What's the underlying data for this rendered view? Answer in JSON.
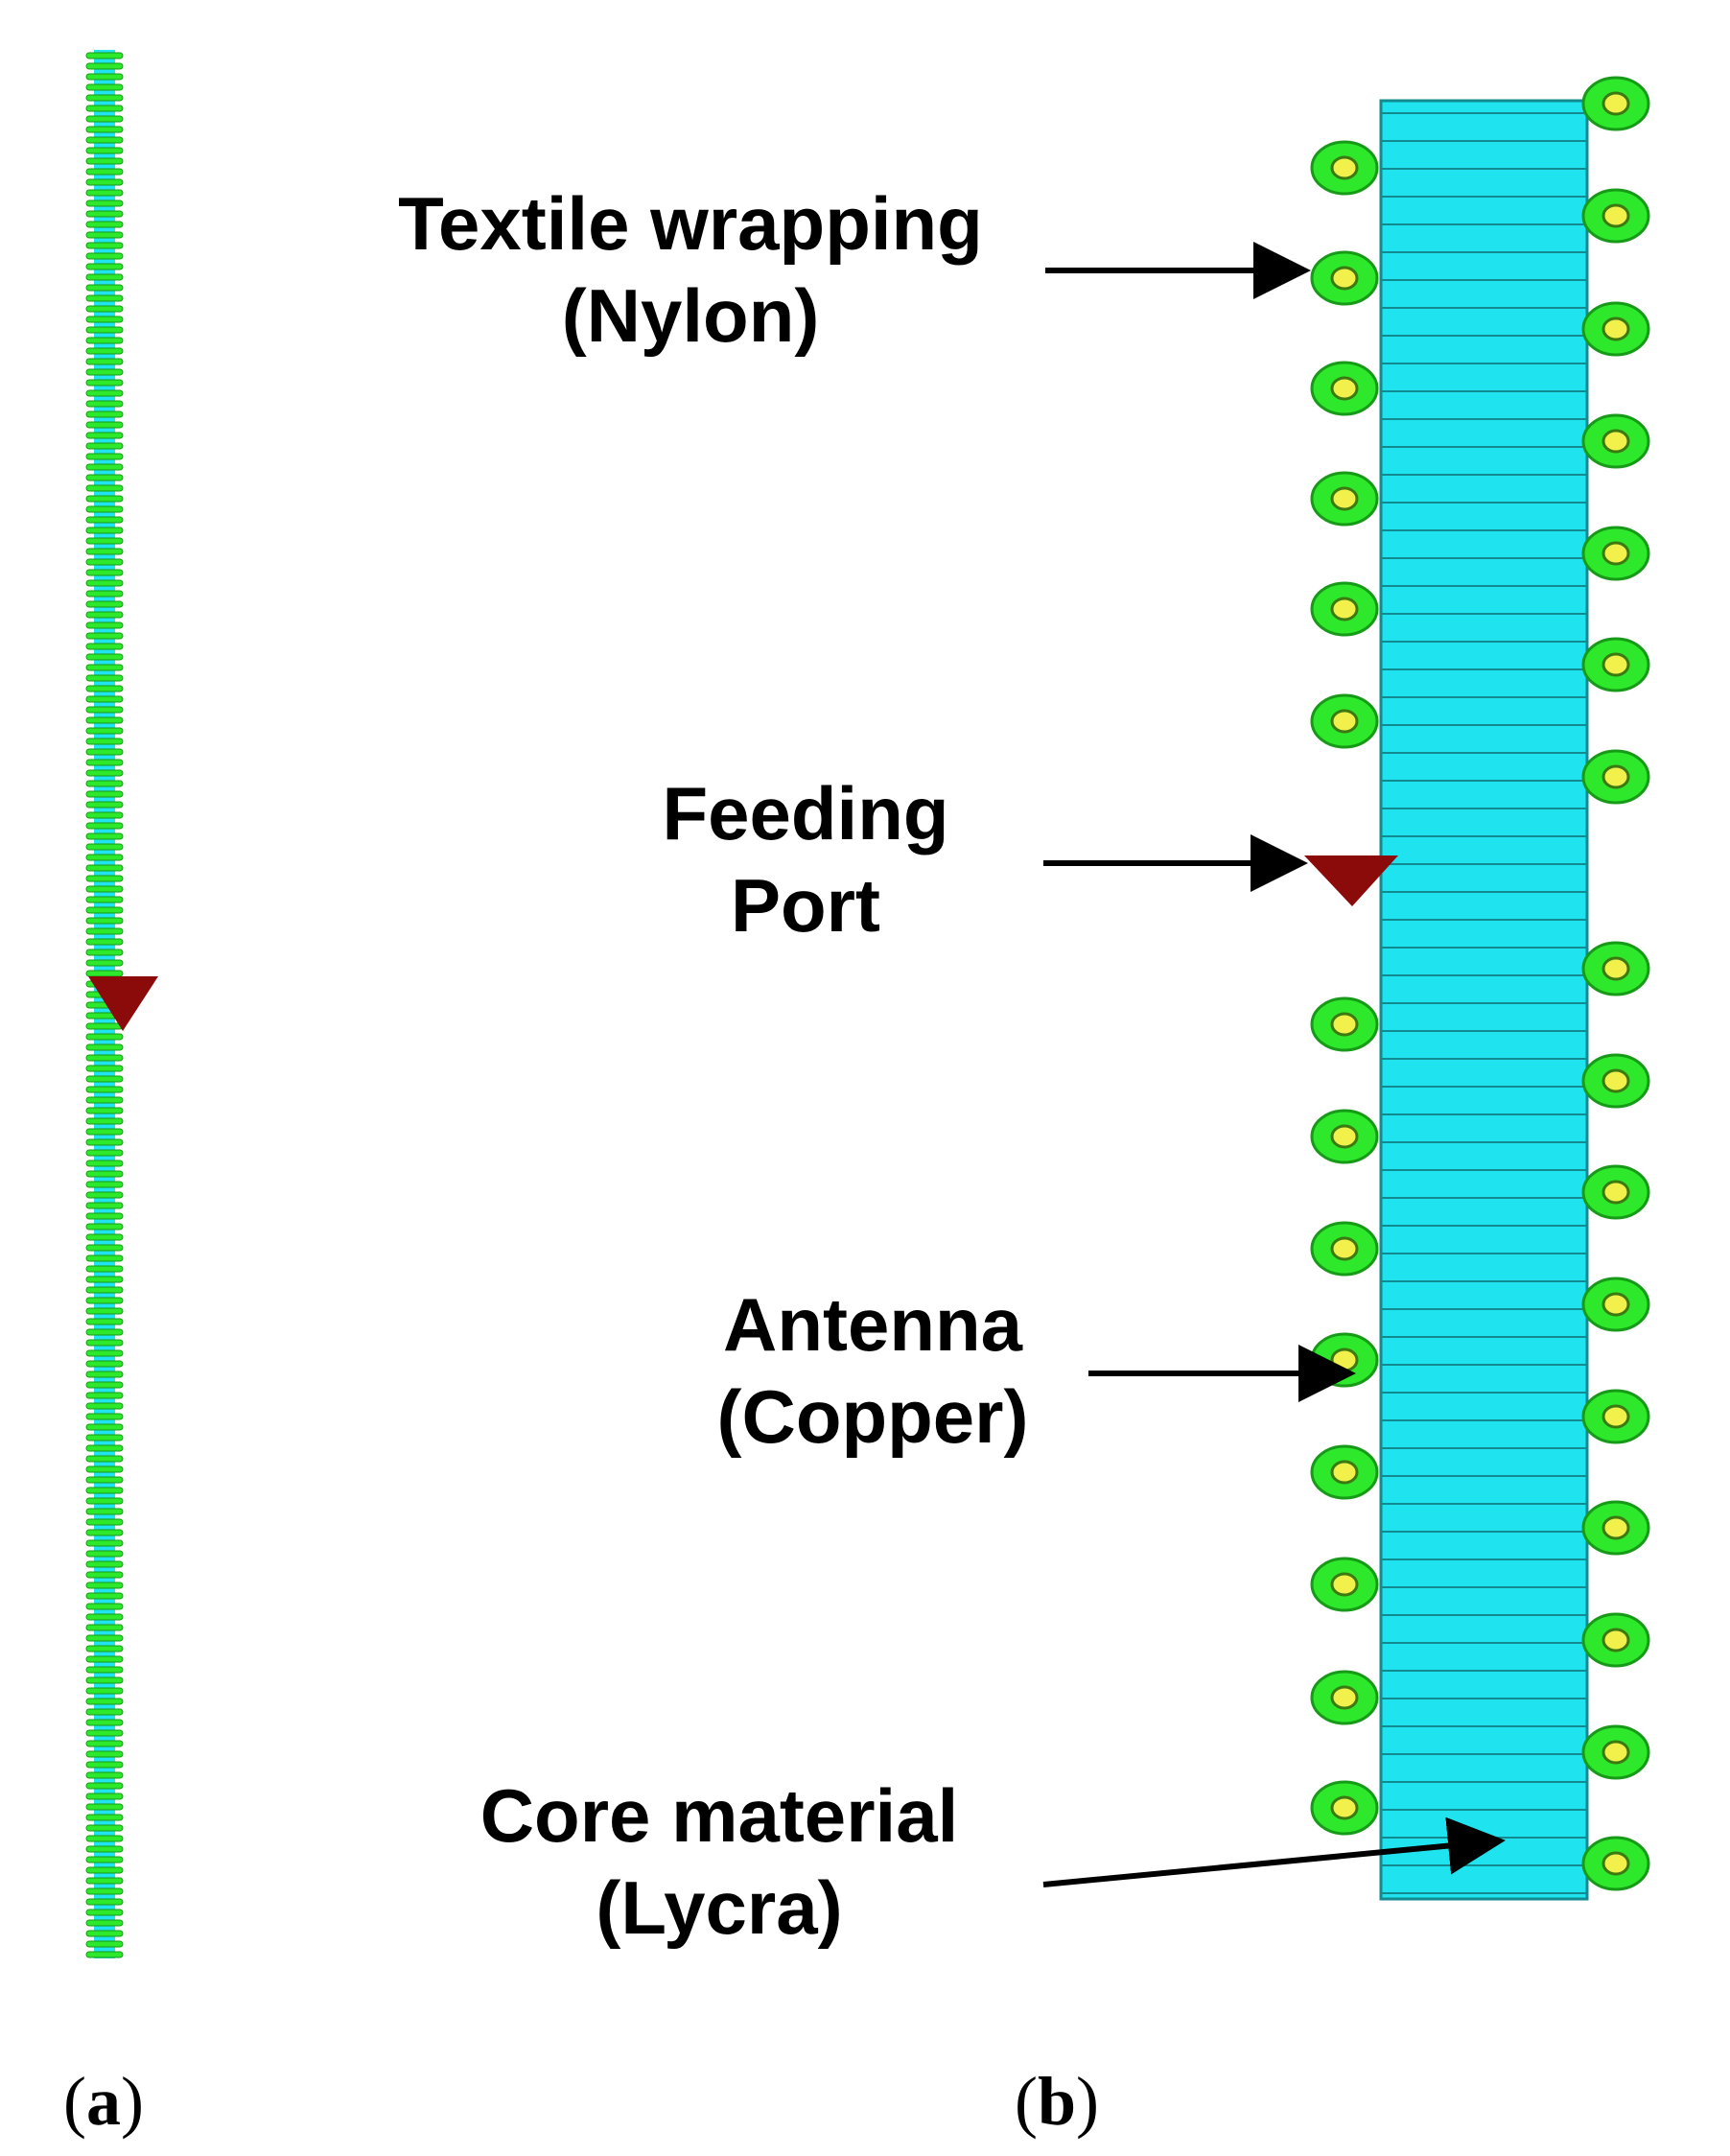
{
  "labels": {
    "wrapping": {
      "line1": "Textile wrapping",
      "line2": "(Nylon)"
    },
    "feeding": {
      "line1": "Feeding",
      "line2": "Port"
    },
    "antenna": {
      "line1": "Antenna",
      "line2": "(Copper)"
    },
    "core": {
      "line1": "Core material",
      "line2": "(Lycra)"
    }
  },
  "panels": {
    "a": "a",
    "b": "b"
  },
  "colors": {
    "core": "#1fe3ee",
    "coil": "#2ee82b",
    "coil_dark": "#179a18",
    "port": "#8b0a0a",
    "arrow": "#000000"
  }
}
